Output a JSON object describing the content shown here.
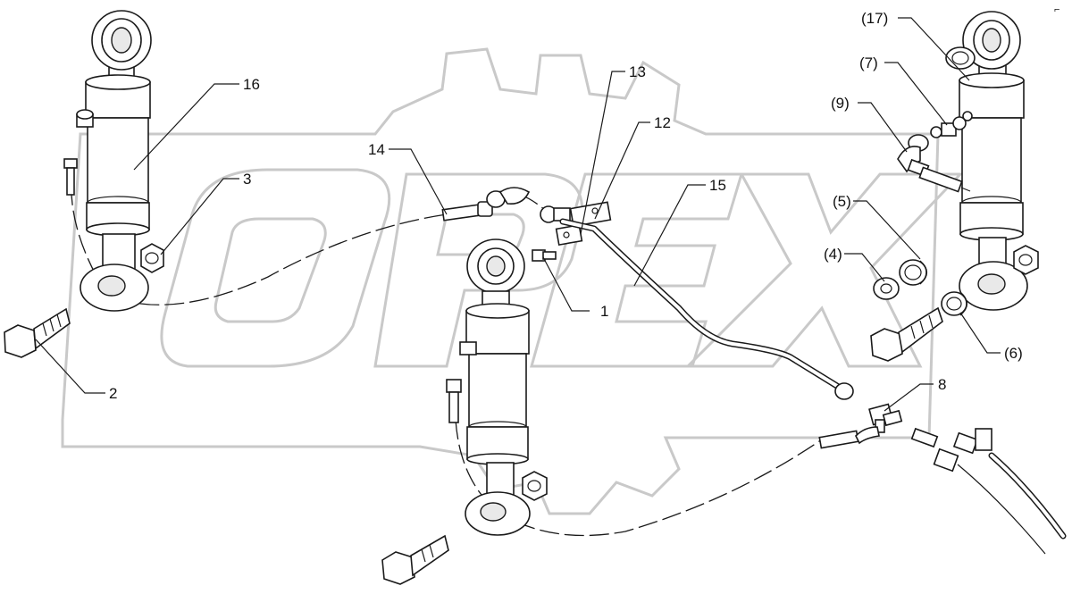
{
  "watermark": {
    "text": "OPEX"
  },
  "corner_mark": "⌐",
  "callouts": {
    "c1": "1",
    "c2": "2",
    "c3": "3",
    "c4": "(4)",
    "c5": "(5)",
    "c6": "(6)",
    "c7": "(7)",
    "c8": "8",
    "c9": "(9)",
    "c12": "12",
    "c13": "13",
    "c14": "14",
    "c15": "15",
    "c16": "16",
    "c17": "(17)"
  }
}
